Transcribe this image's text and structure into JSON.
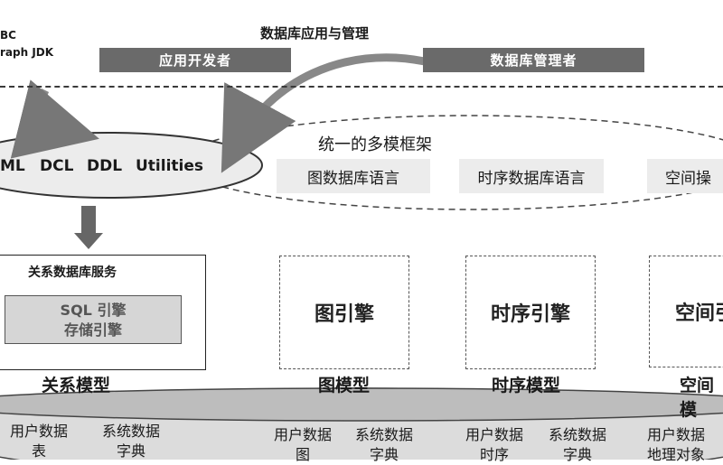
{
  "top_left_labels": [
    "BC",
    "raph JDK"
  ],
  "app_header": "数据库应用与管理",
  "roles": {
    "developer": "应用开发者",
    "dba": "数据库管理者"
  },
  "framework": {
    "title": "统一的多模框架",
    "sql_parts": [
      "ML",
      "DCL",
      "DDL",
      "Utilities"
    ],
    "languages": [
      "图数据库语言",
      "时序数据库语言",
      "空间操"
    ]
  },
  "relational": {
    "title": "关系数据库服务",
    "engine_line1": "SQL 引擎",
    "engine_line2": "存储引擎"
  },
  "engines": [
    "图引擎",
    "时序引擎",
    "空间引"
  ],
  "models": [
    "关系模型",
    "图模型",
    "时序模型",
    "空间模"
  ],
  "bottom": [
    {
      "l1": "用户数据",
      "l2": "表"
    },
    {
      "l1": "系统数据",
      "l2": "字典"
    },
    {
      "l1": "用户数据",
      "l2": "图"
    },
    {
      "l1": "系统数据",
      "l2": "字典"
    },
    {
      "l1": "用户数据",
      "l2": "时序"
    },
    {
      "l1": "系统数据",
      "l2": "字典"
    },
    {
      "l1": "用户数据",
      "l2": "地理对象"
    }
  ]
}
